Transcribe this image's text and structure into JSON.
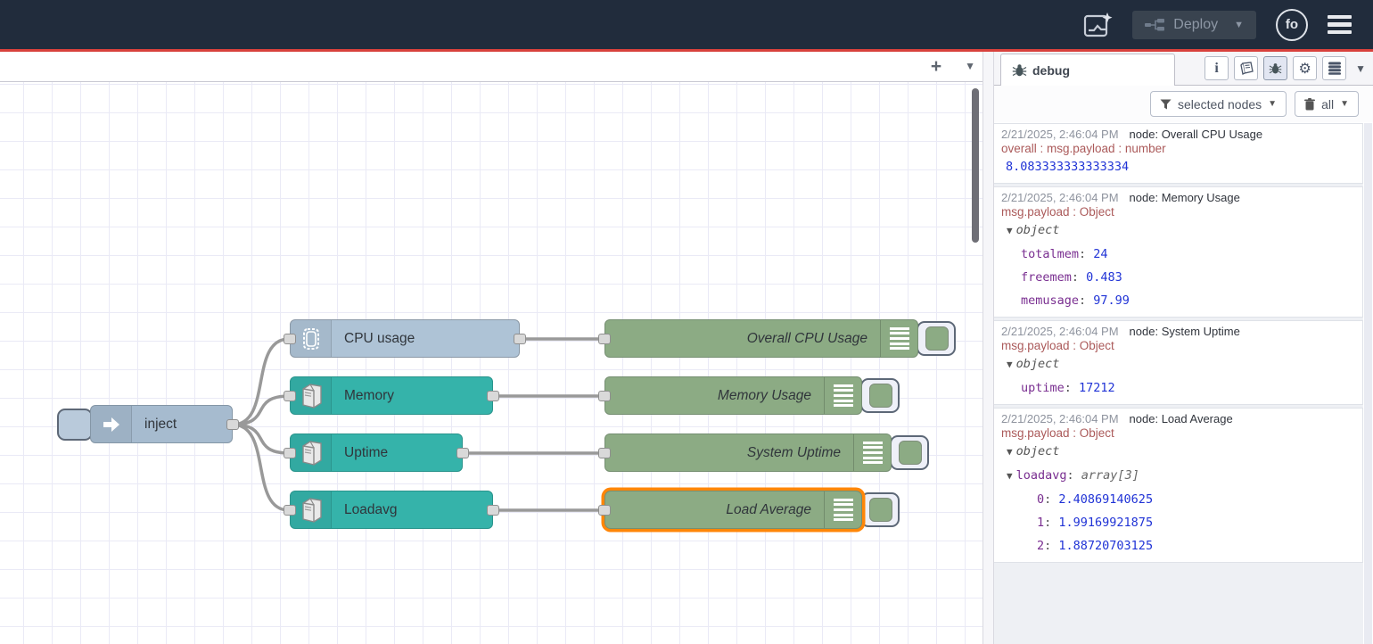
{
  "header": {
    "deploy_label": "Deploy",
    "avatar_label": "fo",
    "colors": {
      "bar": "#212c3c",
      "accent_line": "#d8413c",
      "deploy_bg": "#39434f"
    }
  },
  "workspace": {
    "add_flow_label": "+",
    "colors": {
      "inject_node": "#a6bbcf",
      "cpu_node": "#aec3d6",
      "os_node": "#35b3aa",
      "debug_node": "#8cab84",
      "selection": "#ff8608",
      "wire": "#999999"
    },
    "nodes": {
      "inject": {
        "label": "inject"
      },
      "cpu_usage": {
        "label": "CPU usage"
      },
      "memory": {
        "label": "Memory"
      },
      "uptime": {
        "label": "Uptime"
      },
      "loadavg": {
        "label": "Loadavg"
      },
      "debug_overall_cpu": {
        "label": "Overall CPU Usage"
      },
      "debug_memory": {
        "label": "Memory Usage"
      },
      "debug_uptime": {
        "label": "System Uptime"
      },
      "debug_load": {
        "label": "Load Average",
        "selected": true
      }
    }
  },
  "sidebar": {
    "tab_label": "debug",
    "filter_button": "selected nodes",
    "clear_button": "all",
    "messages": [
      {
        "timestamp": "2/21/2025, 2:46:04 PM",
        "source": "node: Overall CPU Usage",
        "property": "overall : msg.payload : number",
        "value": "8.083333333333334"
      },
      {
        "timestamp": "2/21/2025, 2:46:04 PM",
        "source": "node: Memory Usage",
        "property": "msg.payload : Object",
        "root": "object",
        "rows": [
          {
            "key": "totalmem",
            "value": "24"
          },
          {
            "key": "freemem",
            "value": "0.483"
          },
          {
            "key": "memusage",
            "value": "97.99"
          }
        ]
      },
      {
        "timestamp": "2/21/2025, 2:46:04 PM",
        "source": "node: System Uptime",
        "property": "msg.payload : Object",
        "root": "object",
        "rows": [
          {
            "key": "uptime",
            "value": "17212"
          }
        ]
      },
      {
        "timestamp": "2/21/2025, 2:46:04 PM",
        "source": "node: Load Average",
        "property": "msg.payload : Object",
        "root": "object",
        "array_key": "loadavg",
        "array_type": "array[3]",
        "items": [
          {
            "key": "0",
            "value": "2.40869140625"
          },
          {
            "key": "1",
            "value": "1.99169921875"
          },
          {
            "key": "2",
            "value": "1.88720703125"
          }
        ]
      }
    ]
  }
}
